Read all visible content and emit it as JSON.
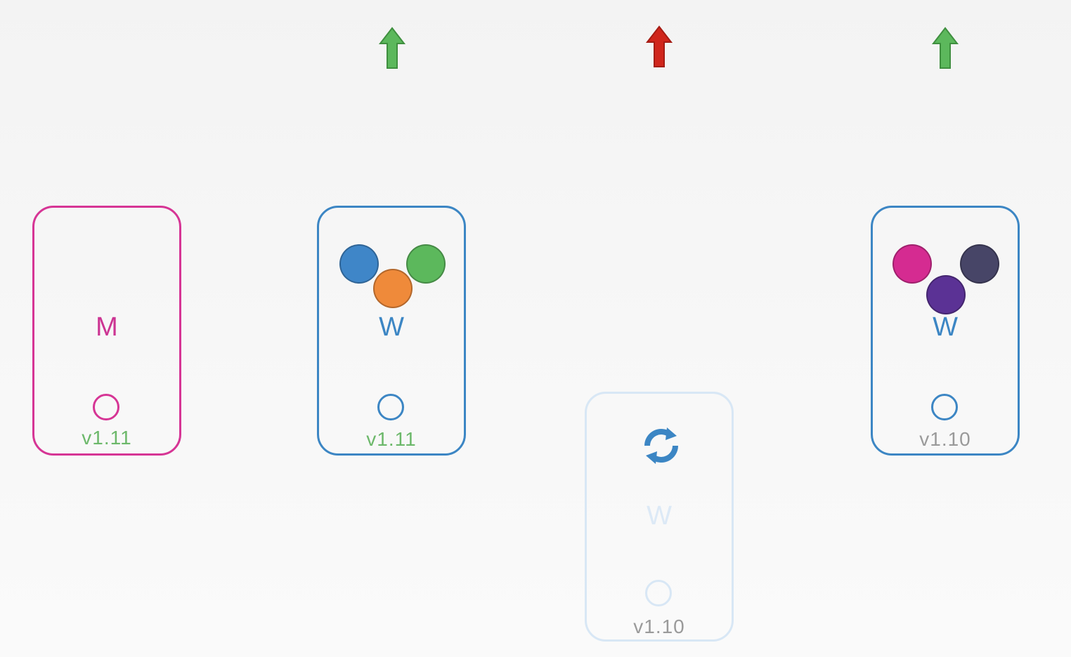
{
  "colors": {
    "master_border": "#d63595",
    "worker_border": "#3c86c4",
    "upgrading_border": "#d8e7f5",
    "arrow_up_done": "#5cb85c",
    "arrow_up_active": "#d0261c",
    "version_new": "#6cb86a",
    "version_old": "#9a9a9a"
  },
  "arrows": [
    {
      "target": "worker-1",
      "color": "#5cb85c",
      "icon": "up-arrow-icon"
    },
    {
      "target": "worker-2",
      "color": "#d0261c",
      "icon": "up-arrow-icon"
    },
    {
      "target": "worker-3",
      "color": "#5cb85c",
      "icon": "up-arrow-icon"
    }
  ],
  "nodes": {
    "master": {
      "letter": "M",
      "version": "v1.11"
    },
    "worker1": {
      "letter": "W",
      "version": "v1.11",
      "pods": [
        "#3f86c8",
        "#ef8a3a",
        "#5cb85c"
      ]
    },
    "worker2": {
      "letter": "W",
      "version": "v1.10",
      "icon": "sync-icon"
    },
    "worker3": {
      "letter": "W",
      "version": "v1.10",
      "pods": [
        "#d52b91",
        "#5b3295",
        "#474567"
      ]
    }
  }
}
